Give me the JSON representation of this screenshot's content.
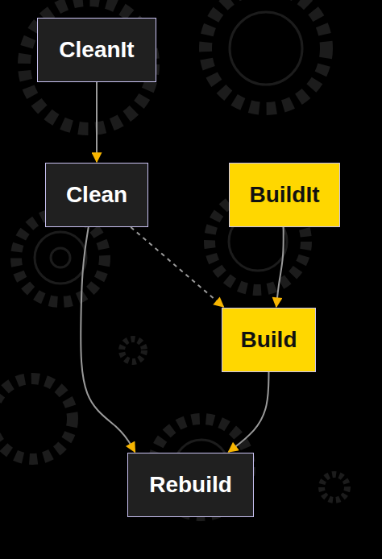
{
  "diagram": {
    "nodes": [
      {
        "text": [
          "CleanIt"
        ]
      },
      {
        "text": [
          "Clean"
        ]
      },
      {
        "text": [
          "BuildIt"
        ]
      },
      {
        "text": [
          "Build"
        ]
      },
      {
        "text": [
          "Rebuild"
        ]
      }
    ],
    "edges": [
      {
        "from": 0,
        "to": 1,
        "arrow": "to"
      },
      {
        "from": 1,
        "to": 3,
        "arrow": "to"
      },
      {
        "from": 2,
        "to": 3,
        "arrow": "to"
      },
      {
        "from": 1,
        "to": 4,
        "arrow": "to"
      },
      {
        "from": 3,
        "to": 4,
        "arrow": "to"
      }
    ]
  }
}
